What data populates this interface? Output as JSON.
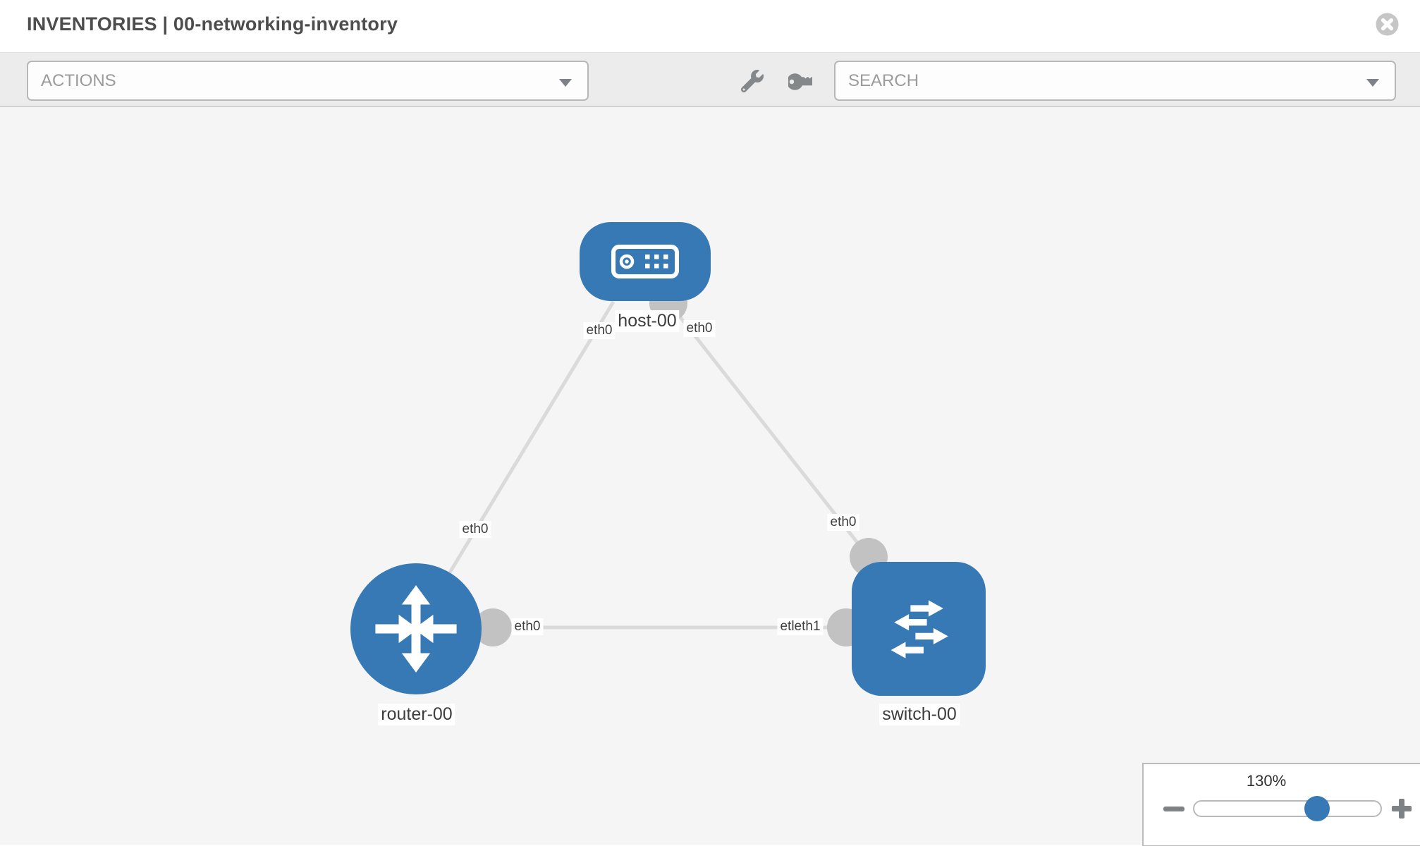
{
  "header": {
    "title": "INVENTORIES | 00-networking-inventory",
    "close_icon": "x-circle"
  },
  "toolbar": {
    "actions_label": "ACTIONS",
    "search_placeholder": "SEARCH",
    "icons": [
      "wrench-icon",
      "key-icon"
    ],
    "caret_icon": "chevron-down"
  },
  "graph": {
    "nodes": [
      {
        "label": "host-00",
        "type": "host",
        "icon": "host-icon"
      },
      {
        "label": "router-00",
        "type": "router",
        "icon": "router-icon"
      },
      {
        "label": "switch-00",
        "type": "switch",
        "icon": "switch-icon"
      }
    ],
    "links": [
      {
        "from": "host-00",
        "to": "router-00",
        "from_port": "eth0",
        "to_port": "eth0"
      },
      {
        "from": "host-00",
        "to": "switch-00",
        "from_port": "eth0",
        "to_port": "eth0"
      },
      {
        "from": "router-00",
        "to": "switch-00",
        "from_port": "eth0",
        "to_port_rendered": "etleth1"
      }
    ],
    "port_labels": [
      "eth0",
      "eth0",
      "eth0",
      "eth0",
      "eth0",
      "etleth1"
    ]
  },
  "zoom_control": {
    "level": "130%",
    "minus_icon": "minus",
    "plus_icon": "plus"
  },
  "colors": {
    "node_blue": "#3779b5",
    "link_gray": "#dadada",
    "connector_gray": "#c2c2c2",
    "canvas_bg": "#f5f5f5",
    "toolbar_bg": "#ececec"
  }
}
